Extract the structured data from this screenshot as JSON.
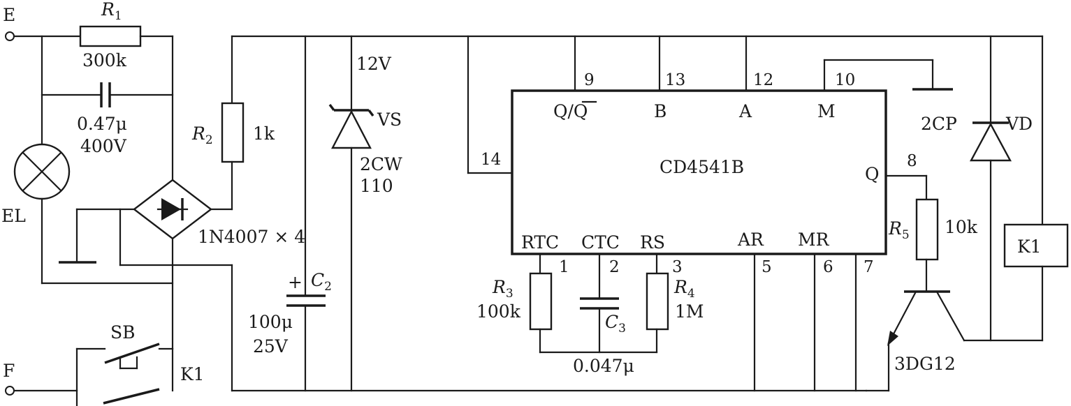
{
  "terminals": {
    "e": "E",
    "f": "F"
  },
  "lamp": {
    "name": "EL"
  },
  "r1": {
    "sym": "R",
    "sub": "1",
    "value": "300k"
  },
  "c1": {
    "value": "0.47μ",
    "voltage": "400V"
  },
  "r2": {
    "sym": "R",
    "sub": "2",
    "value": "1k"
  },
  "bridge": {
    "part": "1N4007 × 4"
  },
  "vs": {
    "voltage": "12V",
    "name": "VS",
    "part": "2CW",
    "part2": "110"
  },
  "c2": {
    "plus": "+",
    "sym": "C",
    "sub": "2",
    "value": "100μ",
    "voltage": "25V"
  },
  "sb": {
    "name": "SB"
  },
  "k1_contact": {
    "name": "K1"
  },
  "ic": {
    "name": "CD4541B",
    "pins_top": [
      {
        "num": "9",
        "label": "Q/Q"
      },
      {
        "num": "13",
        "label": "B"
      },
      {
        "num": "12",
        "label": "A"
      },
      {
        "num": "10",
        "label": "M"
      }
    ],
    "pin_left": {
      "num": "14"
    },
    "pin_right": {
      "num": "8",
      "label": "Q"
    },
    "pins_bottom": [
      {
        "num": "1",
        "label": "RTC"
      },
      {
        "num": "2",
        "label": "CTC"
      },
      {
        "num": "3",
        "label": "RS"
      },
      {
        "num": "5",
        "label": "AR"
      },
      {
        "num": "6",
        "label": "MR"
      },
      {
        "num": "7",
        "label": ""
      }
    ]
  },
  "r3": {
    "sym": "R",
    "sub": "3",
    "value": "100k"
  },
  "c3": {
    "sym": "C",
    "sub": "3",
    "value": "0.047μ"
  },
  "r4": {
    "sym": "R",
    "sub": "4",
    "value": "1M"
  },
  "r5": {
    "sym": "R",
    "sub": "5",
    "value": "10k"
  },
  "vt": {
    "part": "3DG12"
  },
  "vd": {
    "part": "2CP",
    "name": "VD"
  },
  "relay": {
    "name": "K1"
  }
}
